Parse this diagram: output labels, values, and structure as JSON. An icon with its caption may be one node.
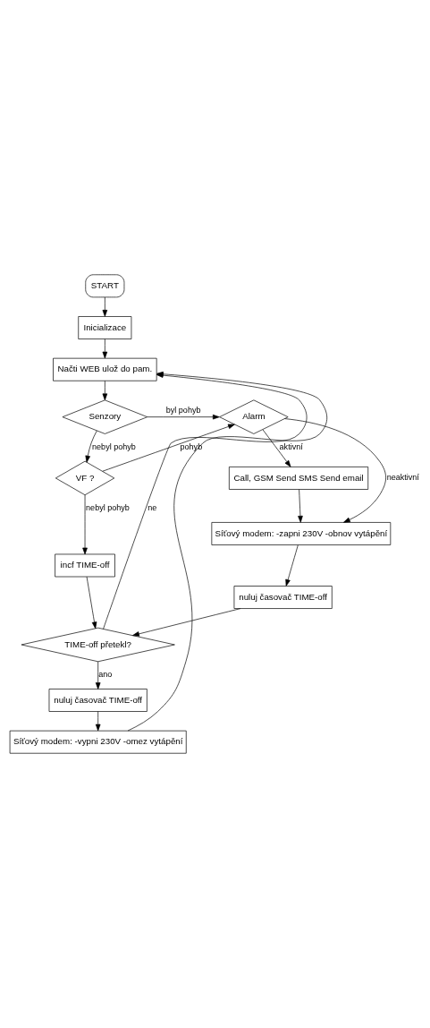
{
  "diagram": {
    "nodes": [
      {
        "text": [
          "START"
        ]
      },
      {
        "text": [
          "Inicializace"
        ]
      },
      {
        "text": [
          "Načti WEB ulož do pam."
        ]
      },
      {
        "text": [
          "Senzory"
        ]
      },
      {
        "text": [
          "Alarm"
        ]
      },
      {
        "text": [
          "VF ?"
        ]
      },
      {
        "text": [
          "Call, GSM Send SMS Send email"
        ]
      },
      {
        "text": [
          "incf TIME-off"
        ]
      },
      {
        "text": [
          "Síťový modem: -zapni 230V -obnov vytápění"
        ]
      },
      {
        "text": [
          "nuluj časovač TIME-off"
        ]
      },
      {
        "text": [
          "TIME-off přetekl?"
        ]
      },
      {
        "text": [
          "nuluj časovač TIME-off"
        ]
      },
      {
        "text": [
          "Síťový modem: -vypni 230V -omez vytápění"
        ]
      }
    ],
    "edges": [
      {
        "from": 0,
        "to": 1,
        "arrow": "to"
      },
      {
        "from": 1,
        "to": 2,
        "arrow": "to"
      },
      {
        "from": 2,
        "to": 3,
        "arrow": "to"
      },
      {
        "from": 3,
        "to": 4,
        "arrow": "to",
        "label": "byl pohyb"
      },
      {
        "from": 3,
        "to": 5,
        "arrow": "to",
        "label": "nebyl pohyb"
      },
      {
        "from": 5,
        "to": 4,
        "arrow": "to",
        "label": "pohyb"
      },
      {
        "from": 4,
        "to": 6,
        "arrow": "to",
        "label": "aktivní"
      },
      {
        "from": 4,
        "to": 8,
        "arrow": "to",
        "label": "neaktivní"
      },
      {
        "from": 6,
        "to": 8,
        "arrow": "to"
      },
      {
        "from": 5,
        "to": 7,
        "arrow": "to",
        "label": "nebyl pohyb"
      },
      {
        "from": 8,
        "to": 9,
        "arrow": "to"
      },
      {
        "from": 7,
        "to": 10,
        "arrow": "to"
      },
      {
        "from": 9,
        "to": 10,
        "arrow": "to"
      },
      {
        "from": 10,
        "to": 2,
        "arrow": "to",
        "label": "ne"
      },
      {
        "from": 10,
        "to": 11,
        "arrow": "to",
        "label": "ano"
      },
      {
        "from": 11,
        "to": 12,
        "arrow": "to"
      },
      {
        "from": 12,
        "to": 2,
        "arrow": "to"
      }
    ]
  }
}
